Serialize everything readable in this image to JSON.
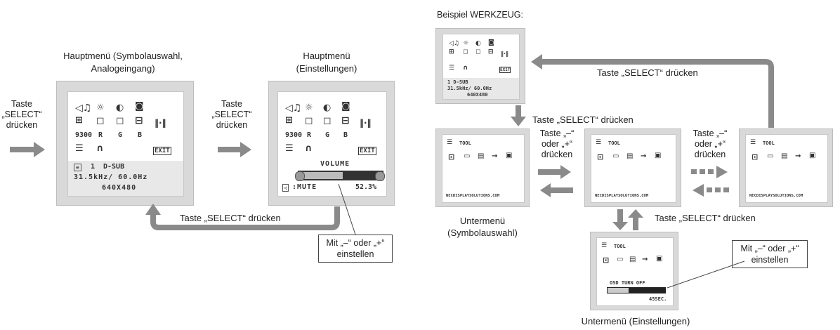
{
  "left": {
    "main_menu_icons_title": "Hauptmenü (Symbolauswahl,\nAnalogeingang)",
    "main_menu_settings_title": "Hauptmenü\n(Einstellungen)",
    "press_select_1": "Taste\n„SELECT“\ndrücken",
    "press_select_2": "Taste\n„SELECT“\ndrücken",
    "press_select_return": "Taste „SELECT“ drücken",
    "adjust_note": "Mit „–“ oder „+“\neinstellen",
    "osd": {
      "row2_labels": [
        "9300",
        "R",
        "G",
        "B"
      ],
      "input_badge": "1",
      "input_name": "D-SUB",
      "freq": "31.5kHz/ 60.0Hz",
      "resolution": "640X480",
      "exit": "EXIT",
      "volume_label": "VOLUME",
      "mute_label": ":MUTE",
      "volume_value": "52.3%"
    }
  },
  "right": {
    "example_title": "Beispiel WERKZEUG:",
    "press_select_top": "Taste „SELECT“ drücken",
    "press_select_down": "Taste „SELECT“ drücken",
    "minus_plus_1": "Taste „–“\noder „+“\ndrücken",
    "minus_plus_2": "Taste „–“\noder „+“\ndrücken",
    "press_select_sub": "Taste „SELECT“ drücken",
    "submenu_icons_label": "Untermenü\n(Symbolauswahl)",
    "submenu_settings_label": "Untermenü (Einstellungen)",
    "adjust_note": "Mit „–“ oder „+“\neinstellen",
    "osd": {
      "tool_title": "TOOL",
      "website": "NECDISPLAYSOLUTIONS.COM",
      "input_line": "1 D-SUB",
      "freq": "31.5kHz/ 60.0Hz",
      "resolution": "640X480",
      "off_timer_label": "OSD TURN OFF",
      "off_timer_value": "45SEC."
    }
  }
}
